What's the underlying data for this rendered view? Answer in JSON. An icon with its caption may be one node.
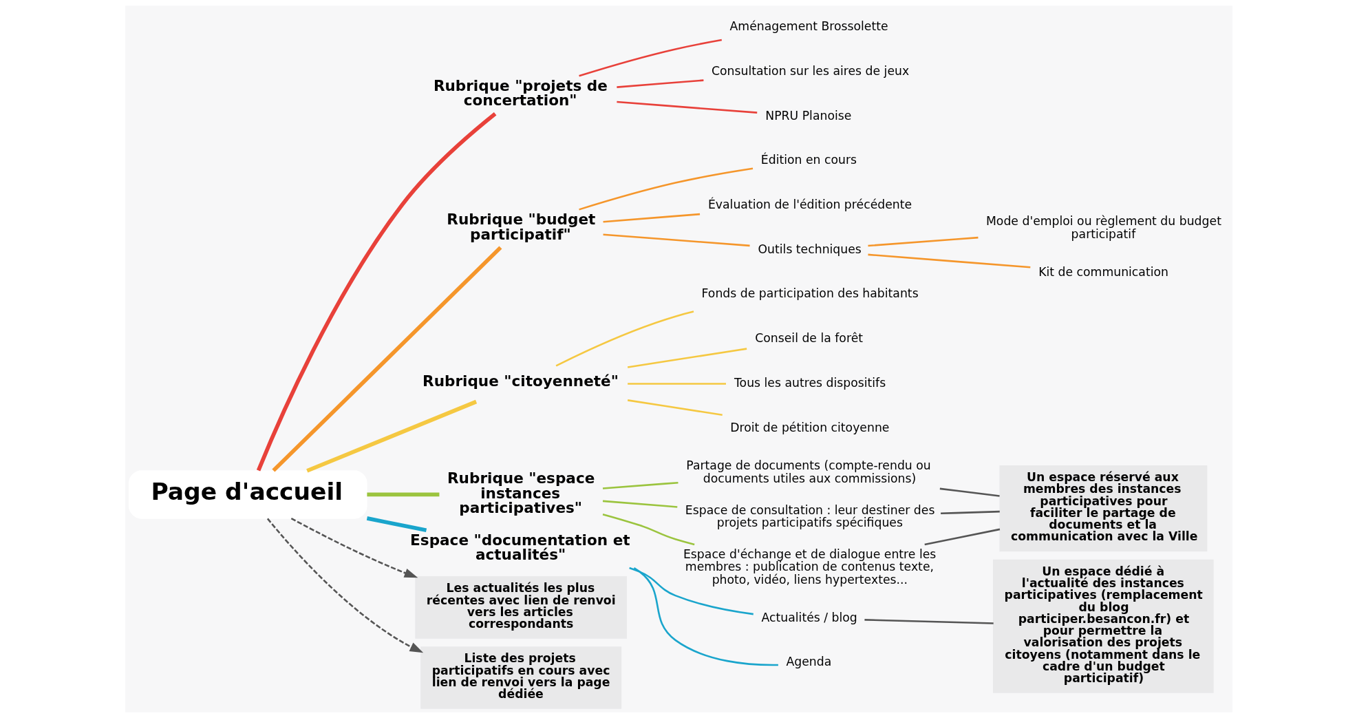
{
  "diagram": {
    "nodes": [
      {
        "text": [
          "Page d'accueil"
        ]
      },
      {
        "text": [
          "Rubrique \"projets de concertation\""
        ]
      },
      {
        "text": [
          "Aménagement Brossolette"
        ]
      },
      {
        "text": [
          "Consultation sur les aires de jeux"
        ]
      },
      {
        "text": [
          "NPRU Planoise"
        ]
      },
      {
        "text": [
          "Rubrique \"budget participatif\""
        ]
      },
      {
        "text": [
          "Édition en cours"
        ]
      },
      {
        "text": [
          "Évaluation de l'édition précédente"
        ]
      },
      {
        "text": [
          "Outils techniques"
        ]
      },
      {
        "text": [
          "Mode d'emploi ou règlement du budget participatif"
        ]
      },
      {
        "text": [
          "Kit de communication"
        ]
      },
      {
        "text": [
          "Rubrique \"citoyenneté\""
        ]
      },
      {
        "text": [
          "Fonds de participation des habitants"
        ]
      },
      {
        "text": [
          "Conseil de la forêt"
        ]
      },
      {
        "text": [
          "Tous les autres dispositifs"
        ]
      },
      {
        "text": [
          "Droit de pétition citoyenne"
        ]
      },
      {
        "text": [
          "Rubrique \"espace instances participatives\""
        ]
      },
      {
        "text": [
          "Partage de documents (compte-rendu ou documents utiles aux commissions)"
        ]
      },
      {
        "text": [
          "Espace de consultation : leur destiner des projets participatifs spécifiques"
        ]
      },
      {
        "text": [
          "Espace d'échange et de dialogue entre les membres : publication de contenus texte, photo, vidéo, liens hypertextes..."
        ]
      },
      {
        "text": [
          "Un espace réservé aux membres des instances participatives pour faciliter le partage de documents et la communication avec la Ville"
        ]
      },
      {
        "text": [
          "Espace \"documentation et actualités\""
        ]
      },
      {
        "text": [
          "Actualités / blog"
        ]
      },
      {
        "text": [
          "Agenda"
        ]
      },
      {
        "text": [
          "Un espace dédié à l'actualité des instances participatives (remplacement du blog participer.besancon.fr) et pour permettre la valorisation des projets citoyens (notamment dans le cadre d'un budget participatif)"
        ]
      },
      {
        "text": [
          "Les actualités les plus récentes avec lien de renvoi vers les articles correspondants"
        ]
      },
      {
        "text": [
          "Liste des projets participatifs en cours avec lien de renvoi vers la page dédiée"
        ]
      }
    ],
    "edges": [
      {
        "from": 0,
        "to": 1,
        "arrow": "none",
        "color": "#e8413a",
        "style": "thick"
      },
      {
        "from": 1,
        "to": 2,
        "arrow": "none",
        "color": "#e8413a"
      },
      {
        "from": 1,
        "to": 3,
        "arrow": "none",
        "color": "#e8413a"
      },
      {
        "from": 1,
        "to": 4,
        "arrow": "none",
        "color": "#e8413a"
      },
      {
        "from": 0,
        "to": 5,
        "arrow": "none",
        "color": "#f5962b",
        "style": "thick"
      },
      {
        "from": 5,
        "to": 6,
        "arrow": "none",
        "color": "#f5962b"
      },
      {
        "from": 5,
        "to": 7,
        "arrow": "none",
        "color": "#f5962b"
      },
      {
        "from": 5,
        "to": 8,
        "arrow": "none",
        "color": "#f5962b"
      },
      {
        "from": 8,
        "to": 9,
        "arrow": "none",
        "color": "#f5962b"
      },
      {
        "from": 8,
        "to": 10,
        "arrow": "none",
        "color": "#f5962b"
      },
      {
        "from": 0,
        "to": 11,
        "arrow": "none",
        "color": "#f5c842",
        "style": "thick"
      },
      {
        "from": 11,
        "to": 12,
        "arrow": "none",
        "color": "#f5c842"
      },
      {
        "from": 11,
        "to": 13,
        "arrow": "none",
        "color": "#f5c842"
      },
      {
        "from": 11,
        "to": 14,
        "arrow": "none",
        "color": "#f5c842"
      },
      {
        "from": 11,
        "to": 15,
        "arrow": "none",
        "color": "#f5c842"
      },
      {
        "from": 0,
        "to": 16,
        "arrow": "none",
        "color": "#9bc43f",
        "style": "thick"
      },
      {
        "from": 16,
        "to": 17,
        "arrow": "none",
        "color": "#9bc43f"
      },
      {
        "from": 16,
        "to": 18,
        "arrow": "none",
        "color": "#9bc43f"
      },
      {
        "from": 16,
        "to": 19,
        "arrow": "none",
        "color": "#9bc43f"
      },
      {
        "from": 17,
        "to": 20,
        "arrow": "none",
        "color": "#555555"
      },
      {
        "from": 18,
        "to": 20,
        "arrow": "none",
        "color": "#555555"
      },
      {
        "from": 19,
        "to": 20,
        "arrow": "none",
        "color": "#555555"
      },
      {
        "from": 0,
        "to": 21,
        "arrow": "none",
        "color": "#1aa5cc",
        "style": "thick"
      },
      {
        "from": 21,
        "to": 22,
        "arrow": "none",
        "color": "#1aa5cc"
      },
      {
        "from": 21,
        "to": 23,
        "arrow": "none",
        "color": "#1aa5cc"
      },
      {
        "from": 22,
        "to": 24,
        "arrow": "none",
        "color": "#555555"
      },
      {
        "from": 0,
        "to": 25,
        "arrow": "to",
        "color": "#555555",
        "style": "dashed"
      },
      {
        "from": 0,
        "to": 26,
        "arrow": "to",
        "color": "#555555",
        "style": "dashed"
      }
    ]
  }
}
